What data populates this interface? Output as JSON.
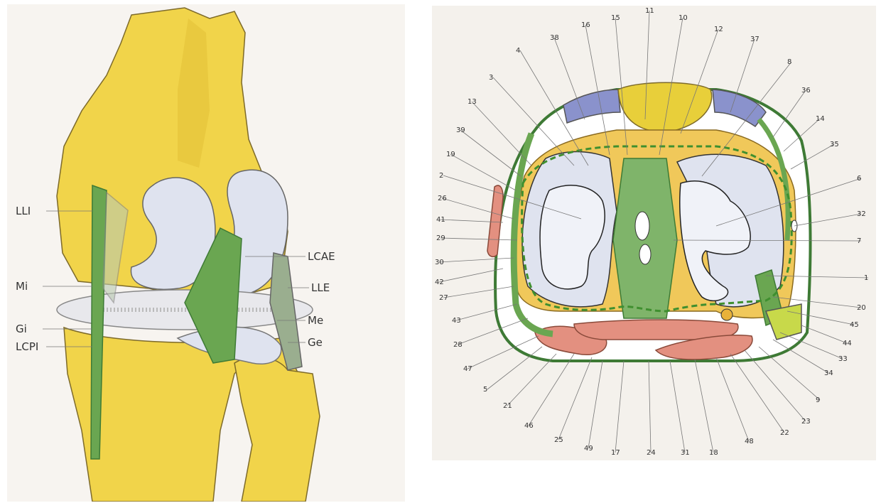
{
  "colors": {
    "bone": "#f1d44a",
    "bone_edge": "#7d6a2a",
    "cartilage": "#dfe3ef",
    "ligament": "#6aa651",
    "ligament_dark": "#3e7a35",
    "muscle": "#e39080",
    "meniscus": "#e8e8ec",
    "capsule_blue": "#8a92cc",
    "pale": "#f4eec8"
  },
  "left_diagram": {
    "labels": {
      "lli": "LLI",
      "mi": "Mi",
      "gi": "Gi",
      "lcpi": "LCPI",
      "lcae": "LCAE",
      "lle": "LLE",
      "me": "Me",
      "ge": "Ge"
    }
  },
  "right_diagram": {
    "labels": [
      "11",
      "15",
      "10",
      "16",
      "12",
      "38",
      "37",
      "4",
      "8",
      "3",
      "36",
      "13",
      "14",
      "39",
      "35",
      "19",
      "2",
      "6",
      "26",
      "32",
      "41",
      "29",
      "7",
      "30",
      "42",
      "1",
      "27",
      "20",
      "43",
      "45",
      "28",
      "44",
      "47",
      "33",
      "34",
      "5",
      "9",
      "21",
      "23",
      "46",
      "22",
      "25",
      "48",
      "49",
      "18",
      "17",
      "24",
      "31"
    ]
  }
}
